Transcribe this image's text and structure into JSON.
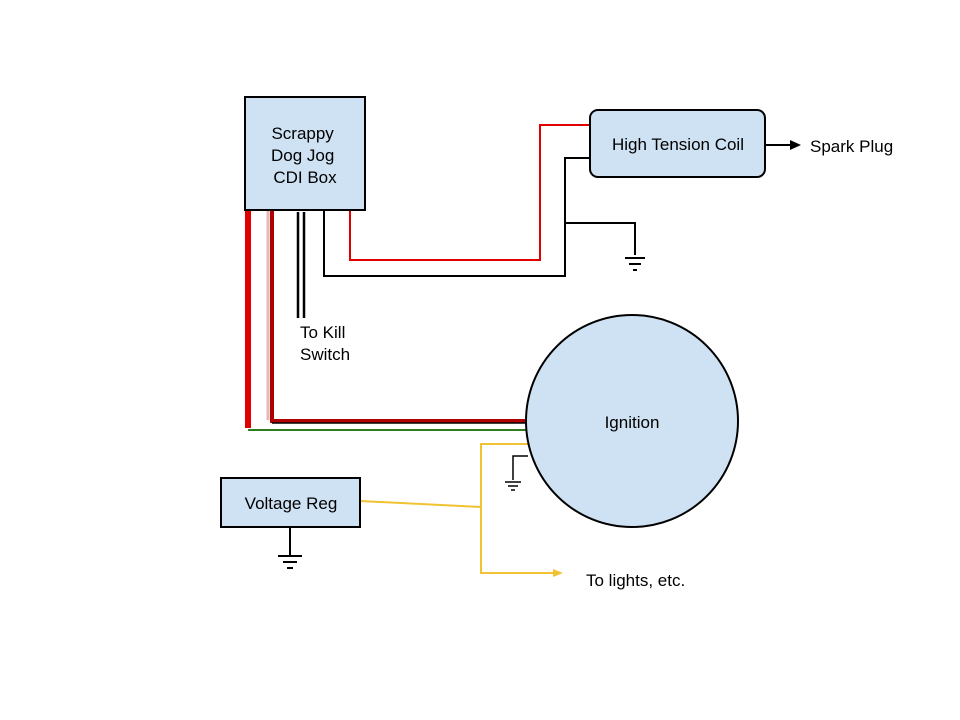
{
  "components": {
    "cdi_box": {
      "label_lines": [
        "Scrappy",
        "Dog Jog",
        "CDI Box"
      ]
    },
    "coil": {
      "label": "High Tension Coil"
    },
    "ignition": {
      "label": "Ignition"
    },
    "voltage_reg": {
      "label": "Voltage Reg"
    }
  },
  "annotations": {
    "spark_plug": "Spark Plug",
    "kill_switch_lines": [
      "To Kill",
      "Switch"
    ],
    "lights": "To lights, etc."
  },
  "colors": {
    "component_fill": "#cfe2f3",
    "outline": "#000000",
    "wire_red": "#e00000",
    "wire_dark_red": "#b00000",
    "wire_black": "#000000",
    "wire_green": "#2e7d1e",
    "wire_yellow": "#f1c232",
    "wire_pink": "#e6b8b8"
  }
}
